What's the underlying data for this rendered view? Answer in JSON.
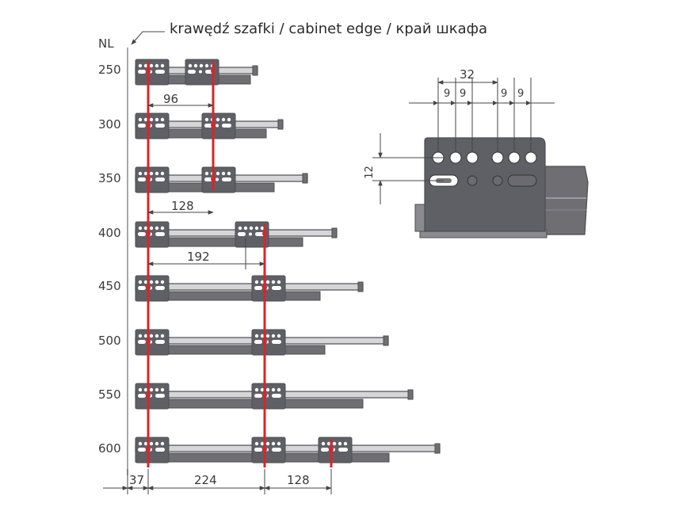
{
  "header": {
    "title": "krawędź szafki / cabinet edge / край шкафа",
    "nl_header": "NL"
  },
  "rows": [
    {
      "nl": "250"
    },
    {
      "nl": "300"
    },
    {
      "nl": "350"
    },
    {
      "nl": "400"
    },
    {
      "nl": "450"
    },
    {
      "nl": "500"
    },
    {
      "nl": "550"
    },
    {
      "nl": "600"
    }
  ],
  "dimensions": {
    "d96": "96",
    "d128_mid": "128",
    "d192": "192",
    "bottom_37": "37",
    "bottom_224": "224",
    "bottom_128": "128"
  },
  "detail": {
    "d32": "32",
    "d9_a": "9",
    "d9_b": "9",
    "d9_c": "9",
    "d9_d": "9",
    "d12": "12"
  },
  "colors": {
    "rail": "#6e6e73",
    "rail_dark": "#4d4d52",
    "bracket": "#5f6066",
    "hole": "#ffffff",
    "red_line": "#d7262b",
    "dim_line": "#444444",
    "edge_line": "#8a8a8a"
  }
}
